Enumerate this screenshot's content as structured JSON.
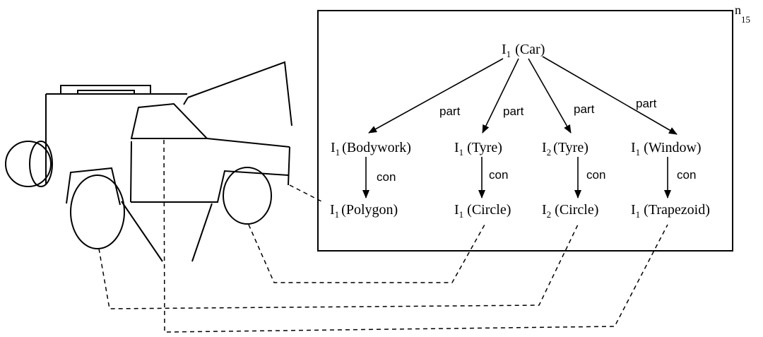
{
  "frame_label": {
    "main": "n",
    "sub": "15"
  },
  "root": {
    "index": "1",
    "name": "(Car)"
  },
  "parts": [
    {
      "index": "1",
      "name": "(Bodywork)"
    },
    {
      "index": "1",
      "name": "(Tyre)"
    },
    {
      "index": "2",
      "name": "(Tyre)"
    },
    {
      "index": "1",
      "name": "(Window)"
    }
  ],
  "shapes": [
    {
      "index": "1",
      "name": "(Polygon)"
    },
    {
      "index": "1",
      "name": "(Circle)"
    },
    {
      "index": "2",
      "name": "(Circle)"
    },
    {
      "index": "1",
      "name": "(Trapezoid)"
    }
  ],
  "edge_labels": {
    "part": "part",
    "con": "con"
  }
}
